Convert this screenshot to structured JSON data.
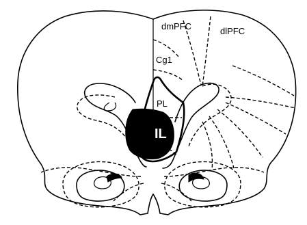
{
  "labels": {
    "dmpfc": "dmPFC",
    "dlpfc": "dlPFC",
    "cg1": "Cg1",
    "pl": "PL",
    "il": "IL"
  },
  "colors": {
    "line": "#000000",
    "background": "#ffffff",
    "il_fill": "#000000",
    "il_text": "#ffffff"
  }
}
